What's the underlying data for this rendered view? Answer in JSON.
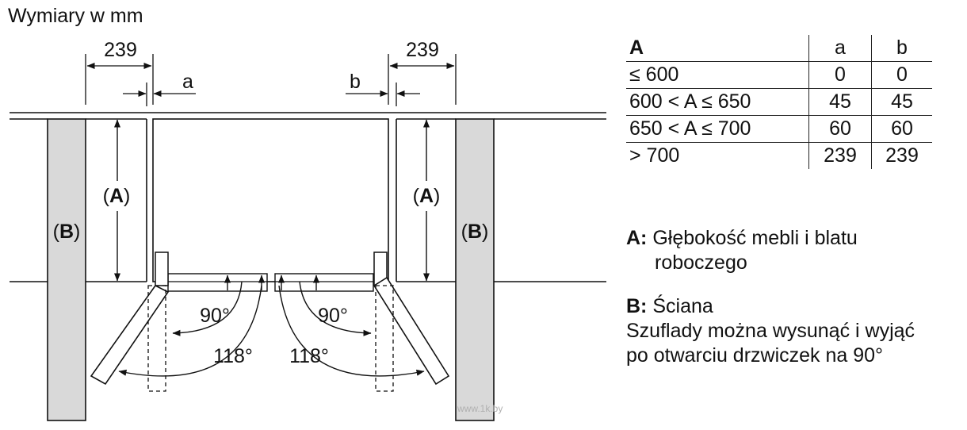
{
  "title": "Wymiary w mm",
  "diagram": {
    "dim_left_top": "239",
    "dim_right_top": "239",
    "gap_left": "a",
    "gap_right": "b",
    "depth_label_left": "A",
    "depth_label_right": "A",
    "wall_label_left": "B",
    "wall_label_right": "B",
    "angle_90_left": "90°",
    "angle_90_right": "90°",
    "angle_118_left": "118°",
    "angle_118_right": "118°"
  },
  "table": {
    "headers": [
      "A",
      "a",
      "b"
    ],
    "rows": [
      [
        "≤ 600",
        "0",
        "0"
      ],
      [
        "600 < A ≤ 650",
        "45",
        "45"
      ],
      [
        "650 < A ≤ 700",
        "60",
        "60"
      ],
      [
        "> 700",
        "239",
        "239"
      ]
    ]
  },
  "legend": {
    "a_key": "A:",
    "a_text_line1": "Głębokość mebli i blatu",
    "a_text_line2": "roboczego",
    "b_key": "B:",
    "b_text_line1": "Ściana",
    "b_text_line2": "Szuflady można wysunąć i wyjąć",
    "b_text_line3": "po otwarciu drzwiczek na 90°"
  },
  "watermark": "www.1k.by"
}
